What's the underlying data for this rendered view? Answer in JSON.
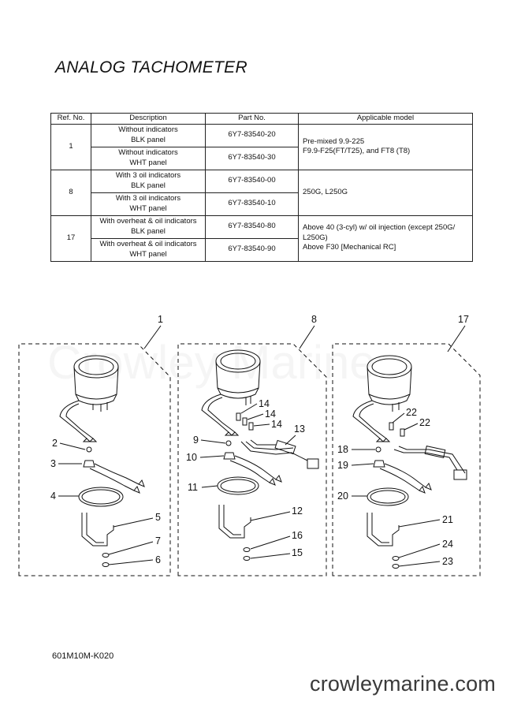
{
  "page": {
    "title": "ANALOG TACHOMETER",
    "footer_code": "601M10M-K020",
    "brand": "crowleymarine.com",
    "watermark": "Crowley Marine"
  },
  "table": {
    "headers": [
      "Ref. No.",
      "Description",
      "Part No.",
      "Applicable model"
    ],
    "groups": [
      {
        "ref": "1",
        "rows": [
          {
            "desc1": "Without indicators",
            "desc2": "BLK panel",
            "part": "6Y7-83540-20"
          },
          {
            "desc1": "Without indicators",
            "desc2": "WHT panel",
            "part": "6Y7-83540-30"
          }
        ],
        "model": [
          "Pre-mixed 9.9-225",
          "F9.9-F25(FT/T25), and FT8 (T8)"
        ]
      },
      {
        "ref": "8",
        "rows": [
          {
            "desc1": "With 3 oil indicators",
            "desc2": "BLK panel",
            "part": "6Y7-83540-00"
          },
          {
            "desc1": "With 3 oil indicators",
            "desc2": "WHT panel",
            "part": "6Y7-83540-10"
          }
        ],
        "model": [
          "250G, L250G"
        ]
      },
      {
        "ref": "17",
        "rows": [
          {
            "desc1": "With overheat & oil indicators",
            "desc2": "BLK panel",
            "part": "6Y7-83540-80"
          },
          {
            "desc1": "With overheat & oil indicators",
            "desc2": "WHT panel",
            "part": "6Y7-83540-90"
          }
        ],
        "model": [
          "Above 40 (3-cyl) w/ oil injection (except 250G/",
          "L250G)",
          "Above F30 [Mechanical RC]"
        ]
      }
    ]
  },
  "diagram": {
    "kit_labels": [
      "1",
      "8",
      "17"
    ],
    "kit1_callouts": [
      "2",
      "3",
      "4",
      "5",
      "7",
      "6"
    ],
    "kit8_callouts": [
      "14",
      "14",
      "14",
      "9",
      "10",
      "13",
      "11",
      "12",
      "16",
      "15"
    ],
    "kit17_callouts": [
      "22",
      "22",
      "18",
      "19",
      "20",
      "21",
      "24",
      "23"
    ]
  }
}
